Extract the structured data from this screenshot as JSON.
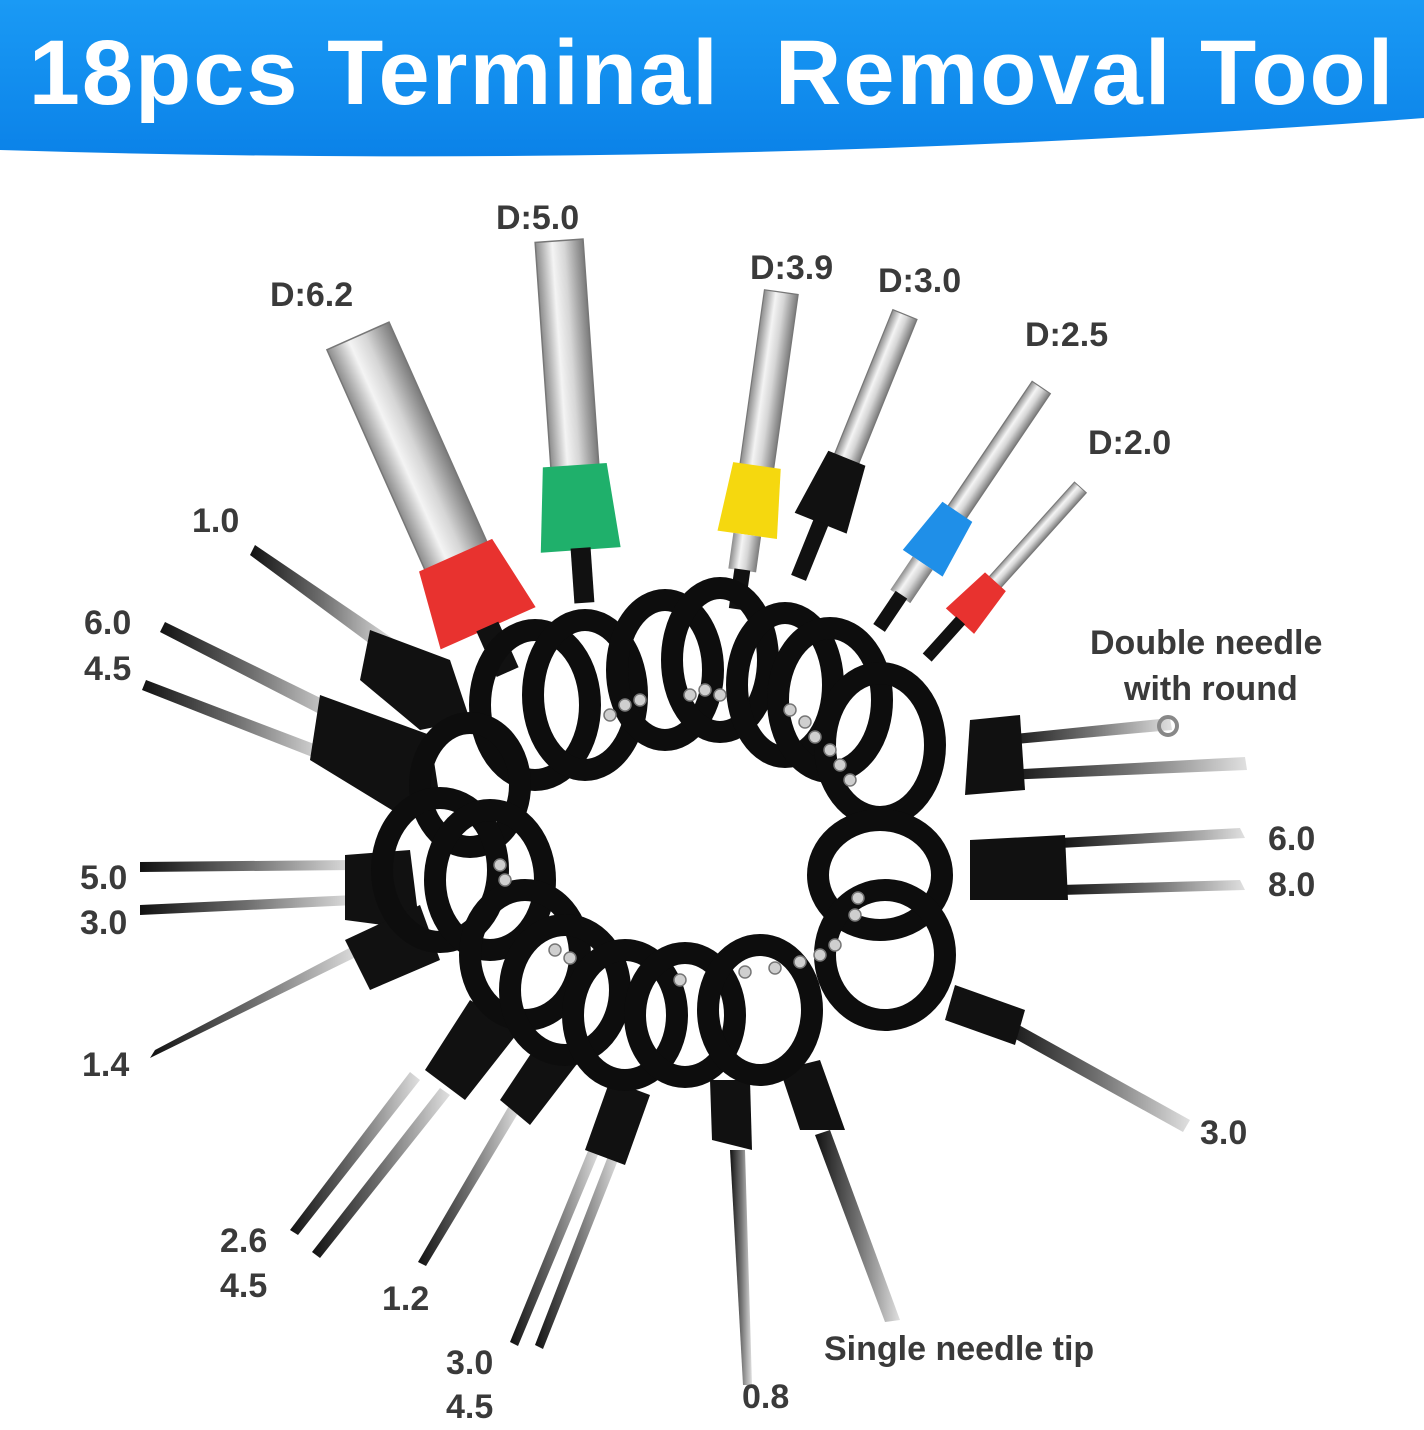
{
  "title": "18pcs Terminal  Removal Tool",
  "colors": {
    "banner": "#0f8ff0",
    "banner_dark": "#0a6fd0",
    "label": "#3a3a3a",
    "red": "#e8322f",
    "green": "#1fb06b",
    "yellow": "#f5d80f",
    "black": "#111111",
    "blue": "#1f8fe8"
  },
  "pins": [
    {
      "label": "D:6.2",
      "color": "red"
    },
    {
      "label": "D:5.0",
      "color": "green"
    },
    {
      "label": "D:3.9",
      "color": "yellow"
    },
    {
      "label": "D:3.0",
      "color": "black"
    },
    {
      "label": "D:2.5",
      "color": "blue"
    },
    {
      "label": "D:2.0",
      "color": "red"
    }
  ],
  "left_labels": {
    "a": "1.0",
    "b1": "6.0",
    "b2": "4.5",
    "c1": "5.0",
    "c2": "3.0",
    "d": "1.4"
  },
  "bottom_labels": {
    "e1": "2.6",
    "e2": "4.5",
    "f": "1.2",
    "g1": "3.0",
    "g2": "4.5",
    "h": "0.8",
    "i": "Single needle tip"
  },
  "right_labels": {
    "j1": "Double needle",
    "j2": "with round",
    "k1": "6.0",
    "k2": "8.0",
    "l": "3.0"
  }
}
